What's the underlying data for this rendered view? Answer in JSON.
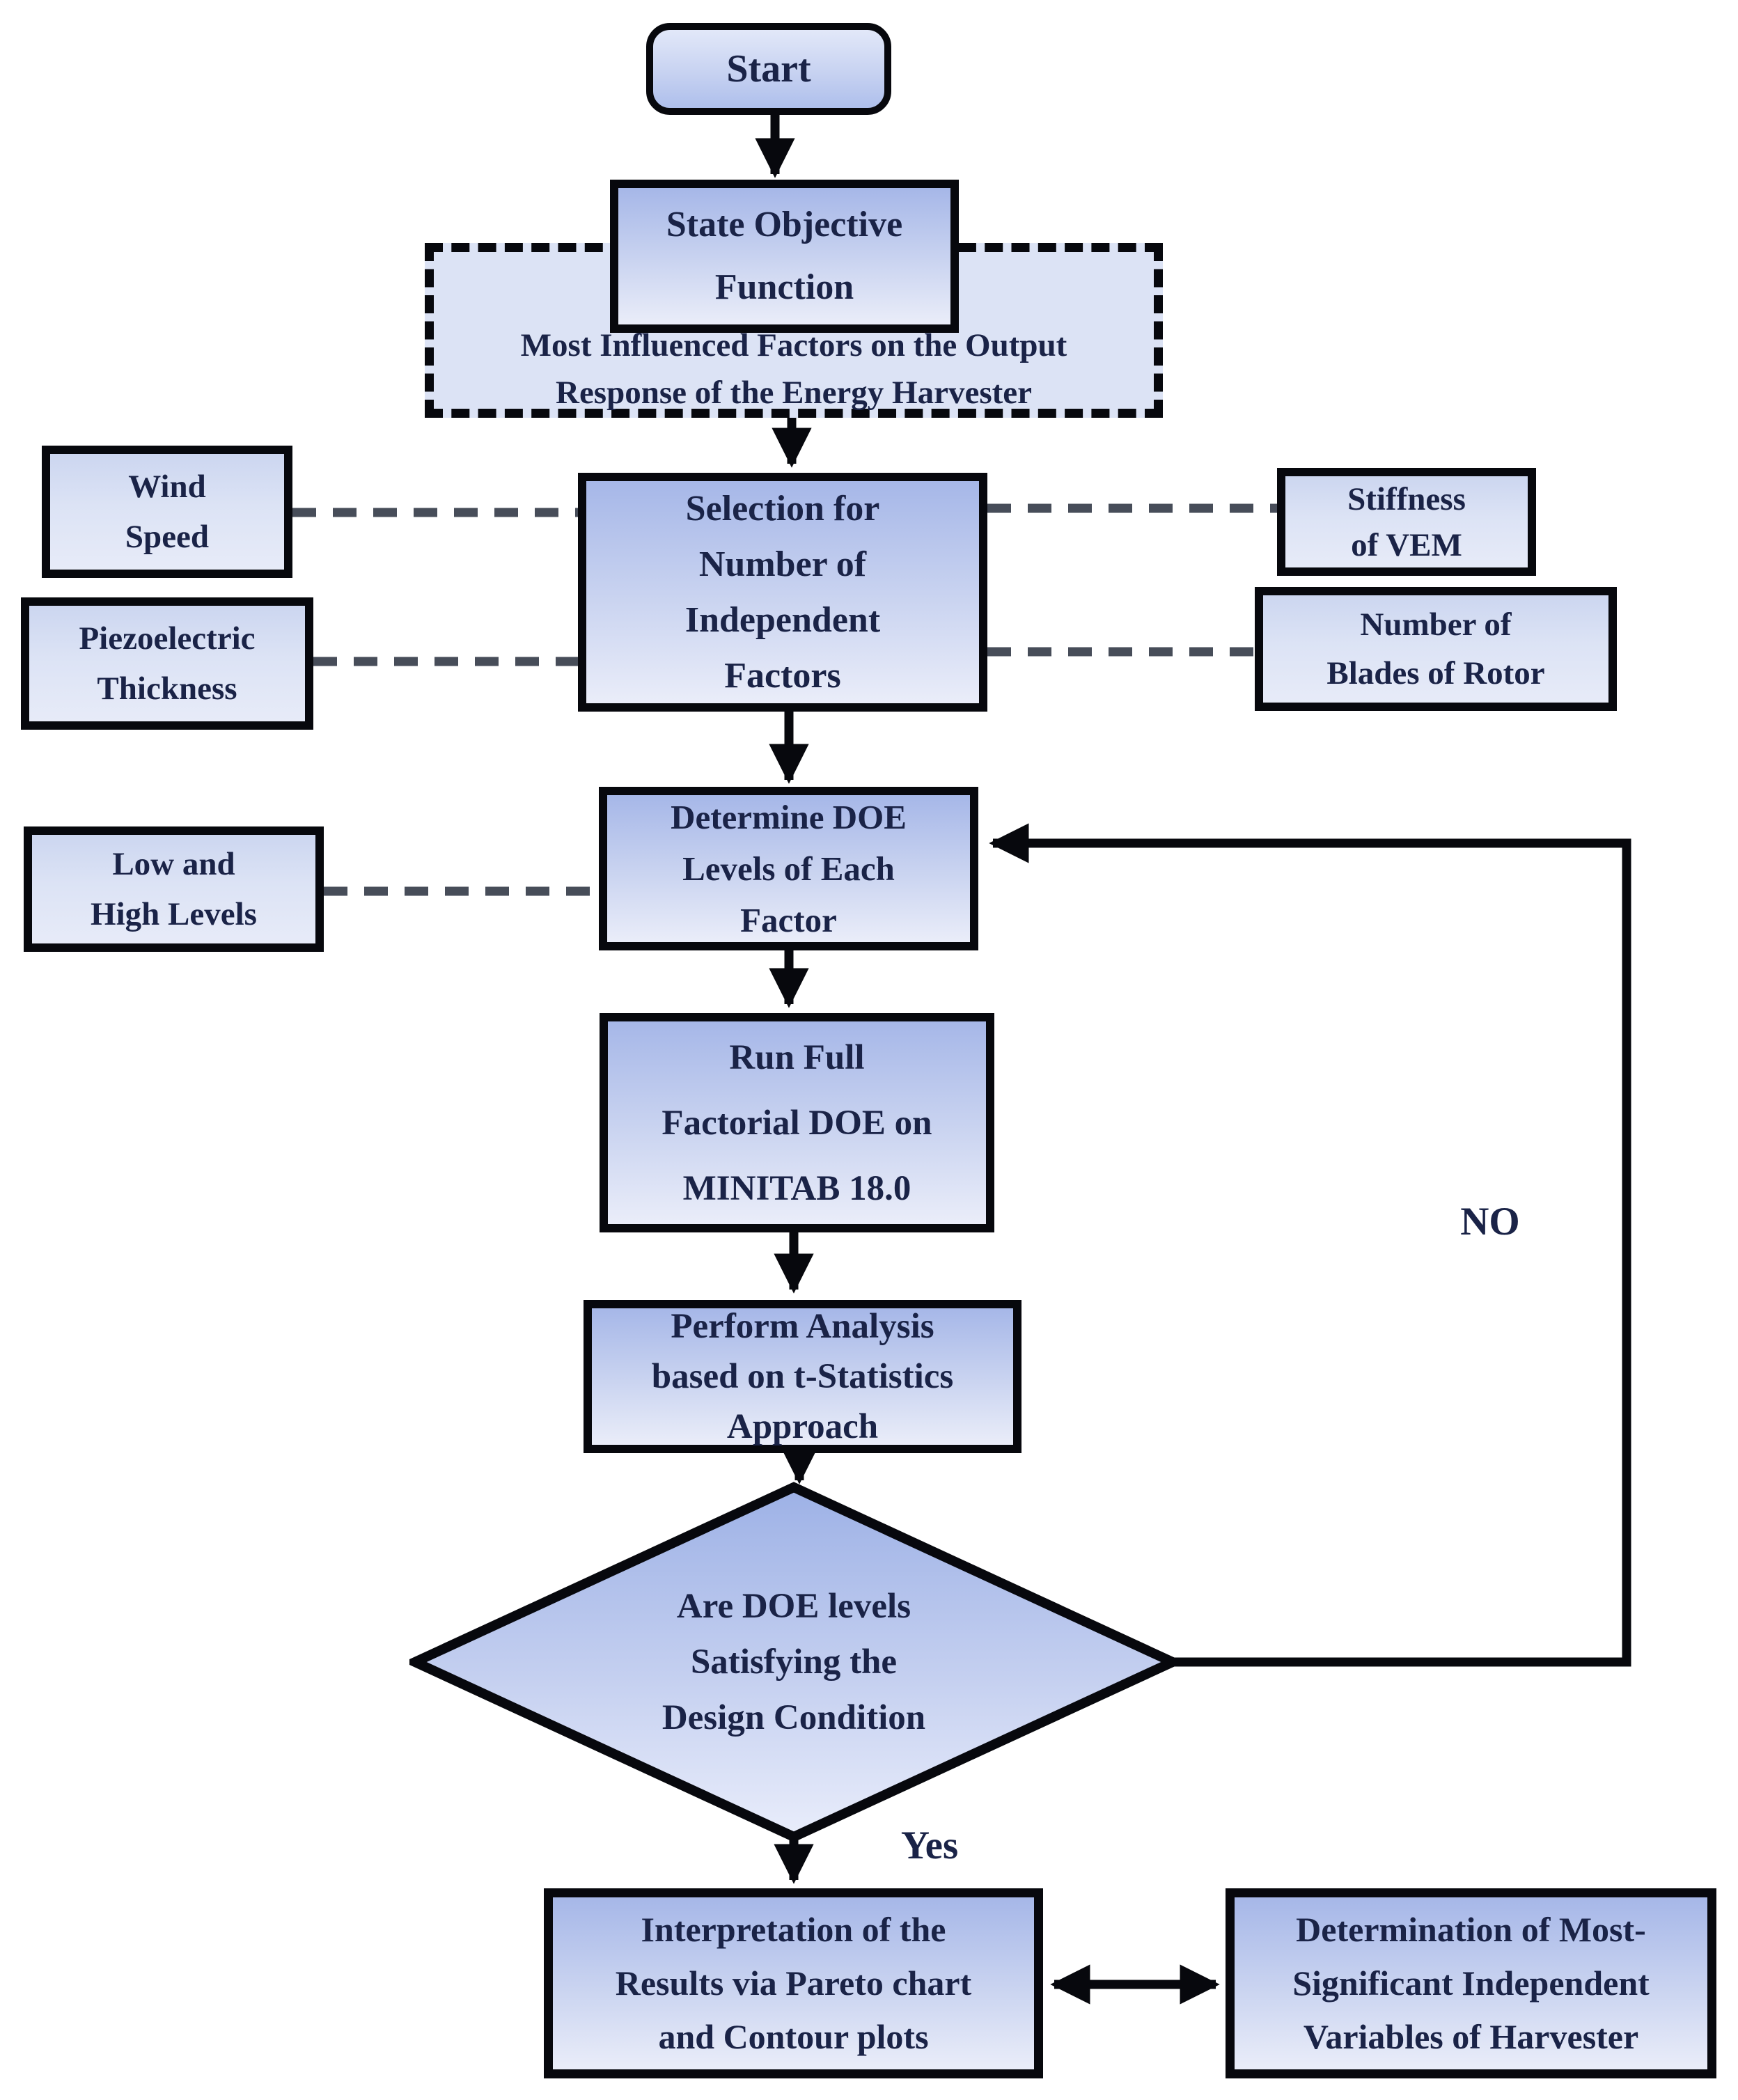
{
  "nodes": {
    "start": {
      "label": "Start"
    },
    "objective": {
      "lines": [
        "State Objective",
        "Function"
      ]
    },
    "objective_note": {
      "lines": [
        "Most Influenced Factors on the Output",
        "Response of the Energy Harvester"
      ]
    },
    "wind": {
      "lines": [
        "Wind",
        "Speed"
      ]
    },
    "piezo": {
      "lines": [
        "Piezoelectric",
        "Thickness"
      ]
    },
    "stiffness": {
      "lines": [
        "Stiffness",
        "of VEM"
      ]
    },
    "blades": {
      "lines": [
        "Number of",
        "Blades of Rotor"
      ]
    },
    "selection": {
      "lines": [
        "Selection for",
        "Number of",
        "Independent",
        "Factors"
      ]
    },
    "low_high": {
      "lines": [
        "Low and",
        "High Levels"
      ]
    },
    "determine": {
      "lines": [
        "Determine DOE",
        "Levels of Each",
        "Factor"
      ]
    },
    "run_doe": {
      "lines": [
        "Run Full",
        "Factorial DOE on",
        "MINITAB 18.0"
      ]
    },
    "analysis": {
      "lines": [
        "Perform Analysis",
        "based on t-Statistics",
        "Approach"
      ]
    },
    "decision": {
      "lines": [
        "Are DOE levels",
        "Satisfying the",
        "Design Condition"
      ]
    },
    "interpretation": {
      "lines": [
        "Interpretation of the",
        "Results via Pareto chart",
        "and Contour plots"
      ]
    },
    "determination": {
      "lines": [
        "Determination of Most-",
        "Significant Independent",
        "Variables of Harvester"
      ]
    }
  },
  "labels": {
    "yes": "Yes",
    "no": "NO"
  },
  "colors": {
    "background": "#ffffff",
    "border": "#07080d",
    "text": "#1a2347",
    "node_gradient_top": "#a6b7e8",
    "node_gradient_bottom": "#eaedf9",
    "side_node_fill": "#dce3f5",
    "dashed_connector": "#474d59"
  }
}
